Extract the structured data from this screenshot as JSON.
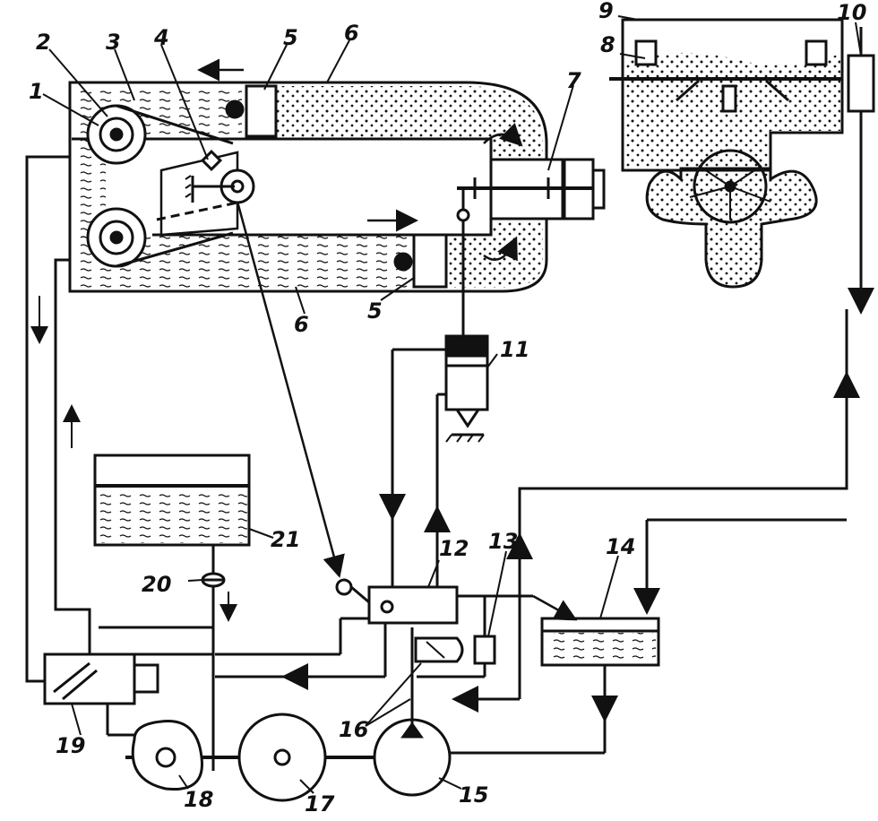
{
  "diagram": {
    "labels": {
      "l1": "1",
      "l2": "2",
      "l3": "3",
      "l4": "4",
      "l5a": "5",
      "l5b": "5",
      "l6a": "6",
      "l6b": "6",
      "l7": "7",
      "l8": "8",
      "l9": "9",
      "l10": "10",
      "l11": "11",
      "l12": "12",
      "l13": "13",
      "l14": "14",
      "l15": "15",
      "l16": "16",
      "l17": "17",
      "l18": "18",
      "l19": "19",
      "l20": "20",
      "l21": "21"
    },
    "colors": {
      "ink": "#111111",
      "paper": "#ffffff"
    }
  }
}
